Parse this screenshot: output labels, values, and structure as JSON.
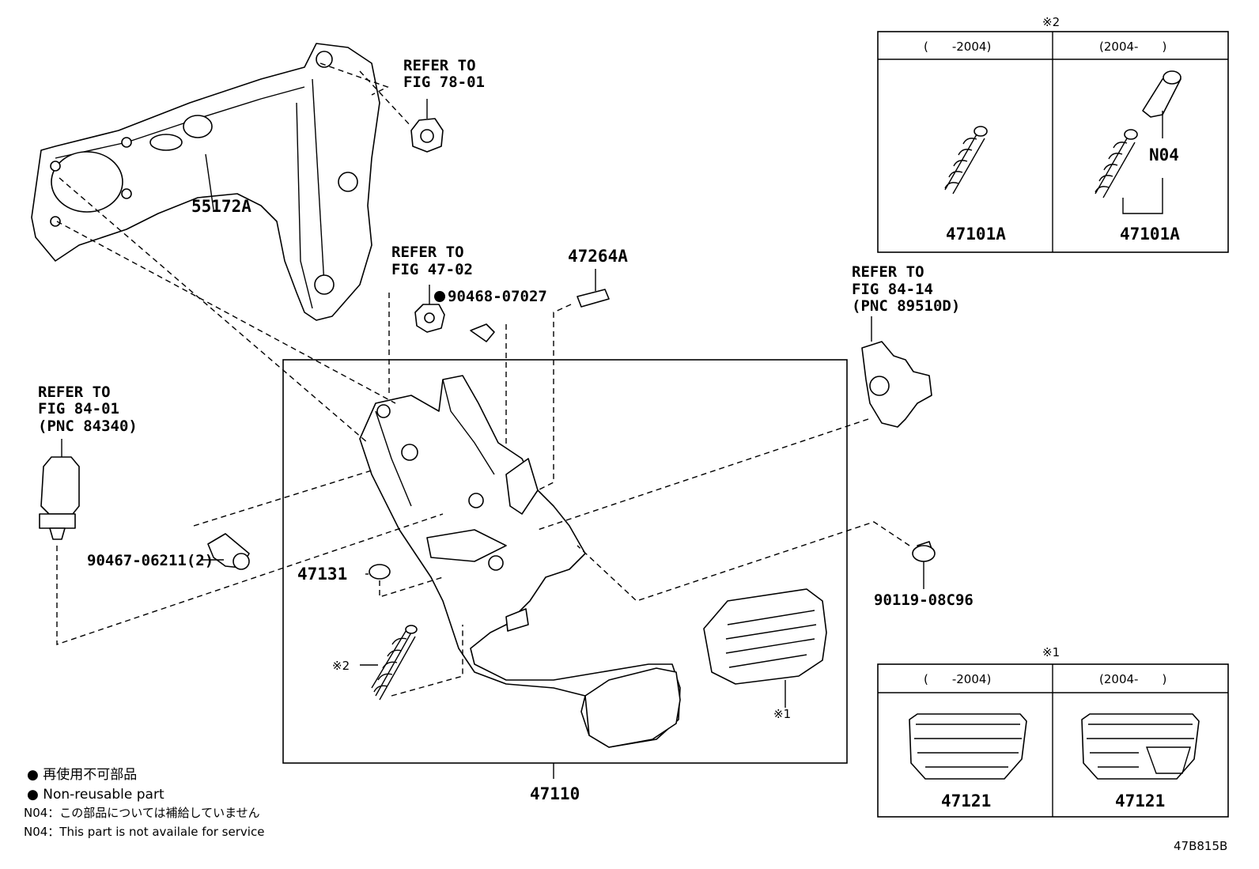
{
  "callouts": {
    "refer_78": [
      "REFER TO",
      "FIG 78-01"
    ],
    "refer_47": [
      "REFER TO",
      "FIG 47-02"
    ],
    "refer_84_01": [
      "REFER TO",
      "FIG 84-01",
      "(PNC 84340)"
    ],
    "refer_84_14": [
      "REFER TO",
      "FIG 84-14",
      "(PNC 89510D)"
    ]
  },
  "parts": {
    "bracket": "55172A",
    "nut_bolt": "90468-07027",
    "pin": "47264A",
    "clip": "90467-06211(2)",
    "cushion": "47131",
    "assembly": "47110",
    "bolt": "90119-08C96",
    "spring_mark": "※2",
    "pad_mark": "※1"
  },
  "table_spring": {
    "marker": "※2",
    "col1_header": "(　　-2004)",
    "col2_header": "(2004-　　)",
    "col1_part": "47101A",
    "col2_part": "47101A",
    "col2_extra": "N04"
  },
  "table_pad": {
    "marker": "※1",
    "col1_header": "(　　-2004)",
    "col2_header": "(2004-　　)",
    "col1_part": "47121",
    "col2_part": "47121"
  },
  "legend": {
    "line1": "● 再使用不可部品",
    "line2": "● Non-reusable part",
    "line3": "N04：この部品については補給していません",
    "line4": "N04：This part is not availale for service"
  },
  "figure_id": "47B815B"
}
